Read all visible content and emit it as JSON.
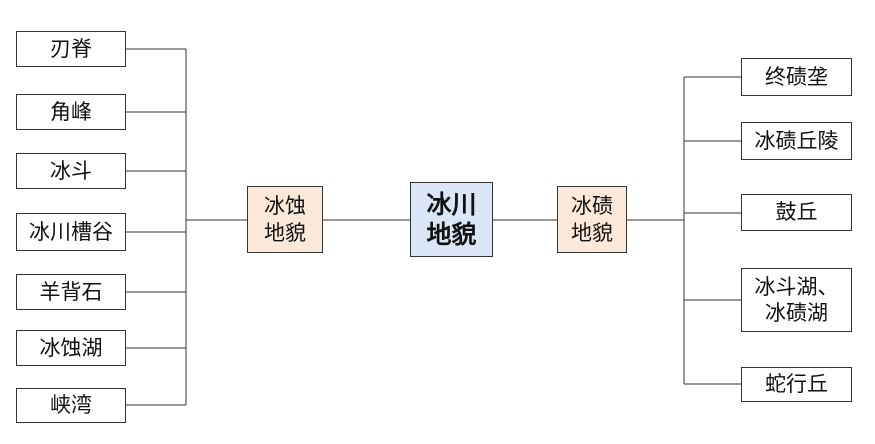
{
  "diagram": {
    "center": {
      "label": "冰川\n地貌"
    },
    "erosion": {
      "label": "冰蚀\n地貌",
      "items": [
        "刃脊",
        "角峰",
        "冰斗",
        "冰川槽谷",
        "羊背石",
        "冰蚀湖",
        "峡湾"
      ]
    },
    "deposition": {
      "label": "冰碛\n地貌",
      "items": [
        "终碛垄",
        "冰碛丘陵",
        "鼓丘",
        "冰斗湖、\n冰碛湖",
        "蛇行丘"
      ]
    }
  },
  "colors": {
    "center_fill": "#dae6f6",
    "branch_fill": "#fce9d9",
    "leaf_fill": "#ffffff",
    "line": "#333333"
  }
}
